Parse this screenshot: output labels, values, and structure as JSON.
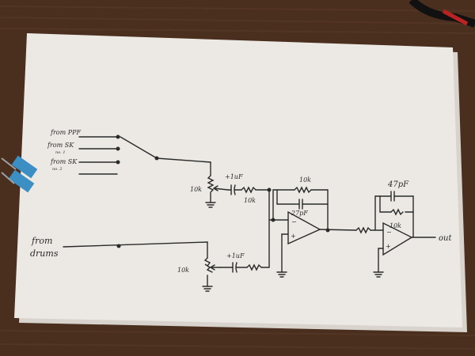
{
  "colors": {
    "table": "#4a2e1e",
    "table_grain": "#5a3a28",
    "paper": "#ece9e4",
    "paper_shadow": "#d8d3cc",
    "ink": "#2a2a2a",
    "clip_blue": "#3b8fc2",
    "clip_metal": "#9aa0a6"
  },
  "inputs": {
    "in1": "from PPF",
    "in2_main": "from SK",
    "in2_sub": "no. 1",
    "in3_main": "from SK",
    "in3_sub": "no. 2",
    "drums_line1": "from",
    "drums_line2": "drums"
  },
  "components": {
    "pot_top": "10k",
    "cap_top": "+1uF",
    "res_top": "10k",
    "feedback_res": "10k",
    "feedback_cap": "27pF",
    "pot_bottom": "10k",
    "cap_bottom": "+1uF",
    "cap2": "47pF",
    "res2": "10k",
    "opamp_minus": "−",
    "opamp_plus": "+"
  },
  "output": {
    "label": "out"
  }
}
